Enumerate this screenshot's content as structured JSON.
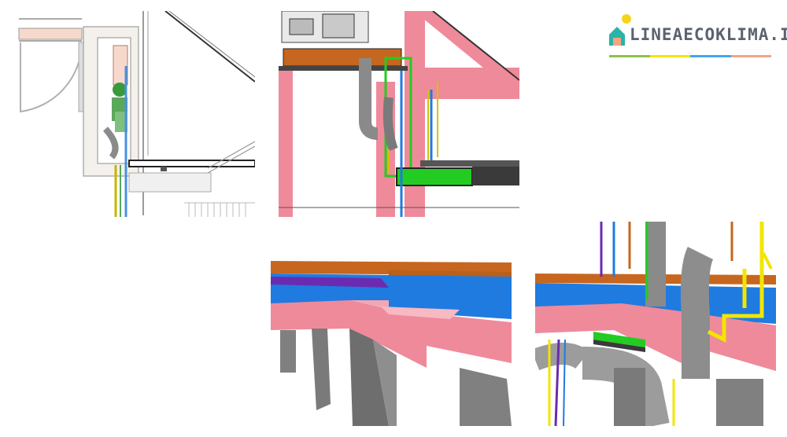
{
  "brand": {
    "name": "LINEAECOKLIMA.IT",
    "colors": {
      "stripe_green": "#8bc34a",
      "stripe_yellow": "#f5e400",
      "stripe_blue": "#42a5f5",
      "stripe_orange": "#f4a582",
      "icon_teal": "#2ab3a6",
      "icon_sun": "#f7d41c",
      "text": "#5b6270"
    }
  },
  "panels": [
    {
      "id": "plan-overview",
      "icon": "floor-plan-2d"
    },
    {
      "id": "plan-detail",
      "icon": "section-detail-2d"
    },
    {
      "id": "model-structure-3d",
      "icon": "structure-3d"
    },
    {
      "id": "model-installation-3d",
      "icon": "installation-3d"
    }
  ],
  "colors": {
    "beam_pink": "#ef8a9a",
    "slab_blue": "#1f7be0",
    "floor_orange": "#c7661e",
    "column_grey": "#808080",
    "duct_grey": "#9e9e9e",
    "pipe_yellow": "#f2e600",
    "pipe_green": "#22cc22"
  }
}
